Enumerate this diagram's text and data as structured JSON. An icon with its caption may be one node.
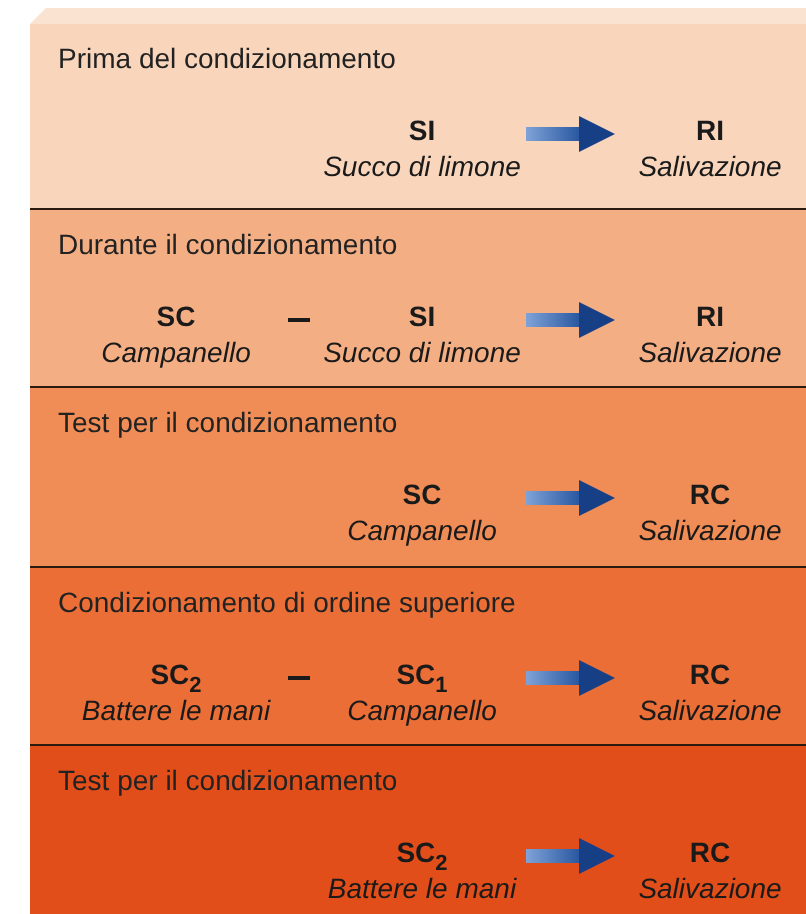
{
  "diagram": {
    "nodes": [
      {
        "text": [
          "Prima del condizionamento"
        ]
      },
      {
        "text": [
          "SI",
          "Succo di limone"
        ],
        "in": 0
      },
      {
        "text": [
          "RI",
          "Salivazione"
        ],
        "in": 0
      },
      {
        "text": [
          "Durante il condizionamento"
        ]
      },
      {
        "text": [
          "SC",
          "Campanello"
        ],
        "in": 3
      },
      {
        "text": [
          "SI",
          "Succo di limone"
        ],
        "in": 3
      },
      {
        "text": [
          "RI",
          "Salivazione"
        ],
        "in": 3
      },
      {
        "text": [
          "Test per il condizionamento"
        ]
      },
      {
        "text": [
          "SC",
          "Campanello"
        ],
        "in": 7
      },
      {
        "text": [
          "RC",
          "Salivazione"
        ],
        "in": 7
      },
      {
        "text": [
          "Condizionamento di ordine superiore"
        ]
      },
      {
        "text": [
          "SC$_{2}$",
          "Battere le mani"
        ],
        "in": 10
      },
      {
        "text": [
          "SC$_{1}$",
          "Campanello"
        ],
        "in": 10
      },
      {
        "text": [
          "RC",
          "Salivazione"
        ],
        "in": 10
      },
      {
        "text": [
          "Test per il condizionamento"
        ]
      },
      {
        "text": [
          "SC$_{2}$",
          "Battere le mani"
        ],
        "in": 14
      },
      {
        "text": [
          "RC",
          "Salivazione"
        ],
        "in": 14
      }
    ],
    "edges": [
      {
        "from": 1,
        "to": 2,
        "arrow": "to",
        "style": "thick"
      },
      {
        "from": 4,
        "to": 5,
        "arrow": "none",
        "color": "#1a1a1a"
      },
      {
        "from": 5,
        "to": 6,
        "arrow": "to",
        "style": "thick"
      },
      {
        "from": 8,
        "to": 9,
        "arrow": "to",
        "style": "thick"
      },
      {
        "from": 11,
        "to": 12,
        "arrow": "none",
        "color": "#1a1a1a"
      },
      {
        "from": 12,
        "to": 13,
        "arrow": "to",
        "style": "thick"
      },
      {
        "from": 15,
        "to": 16,
        "arrow": "to",
        "style": "thick"
      }
    ]
  }
}
